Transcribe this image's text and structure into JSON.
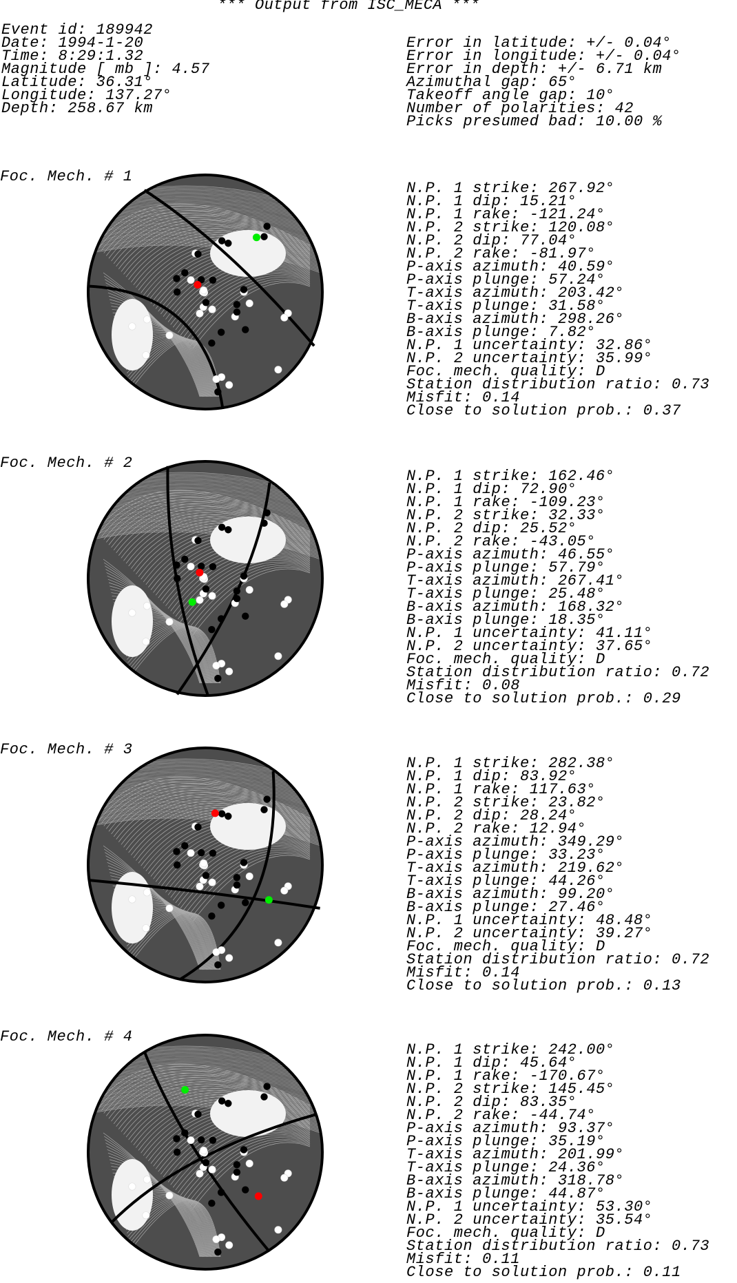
{
  "title": "*** Output from ISC_MECA ***",
  "event": {
    "lines": [
      "Event id: 189942",
      "Date: 1994-1-20",
      "Time: 8:29:1.32",
      "Magnitude [ mb ]: 4.57",
      "Latitude: 36.31°",
      "Longitude: 137.27°",
      "Depth: 258.67 km"
    ]
  },
  "errors": {
    "lines": [
      "Error in latitude: +/- 0.04°",
      "Error in longitude: +/- 0.04°",
      "Error in depth: +/- 6.71 km",
      "Azimuthal gap: 65°",
      "Takeoff angle gap: 10°",
      "Number of polarities: 42",
      "Picks presumed bad: 10.00 %"
    ]
  },
  "mechanisms": [
    {
      "label": "Foc. Mech. # 1",
      "lines": [
        "N.P. 1 strike: 267.92°",
        "N.P. 1 dip: 15.21°",
        "N.P. 1 rake: -121.24°",
        "N.P. 2 strike: 120.08°",
        "N.P. 2 dip: 77.04°",
        "N.P. 2 rake: -81.97°",
        "P-axis azimuth: 40.59°",
        "P-axis plunge: 57.24°",
        "T-axis azimuth: 203.42°",
        "T-axis plunge: 31.58°",
        "B-axis azimuth: 298.26°",
        "B-axis plunge: 7.82°",
        "N.P. 1 uncertainty: 32.86°",
        "N.P. 2 uncertainty: 35.99°",
        "Foc. mech. quality: D",
        "Station distribution ratio: 0.73",
        "Misfit: 0.14",
        "Close to solution prob.: 0.37"
      ],
      "red_marker": [
        0.87,
        0.09
      ],
      "green_marker": [
        -0.38,
        -0.64
      ],
      "nodal_curves": [
        "M 0.15 -1.0 Q 0.0 0.0 -1.0 0.05",
        "M -0.52 0.87 Q 0.2 0.4 0.93 -0.46"
      ]
    },
    {
      "label": "Foc. Mech. # 2",
      "lines": [
        "N.P. 1 strike: 162.46°",
        "N.P. 1 dip: 72.90°",
        "N.P. 1 rake: -109.23°",
        "N.P. 2 strike: 32.33°",
        "N.P. 2 dip: 25.52°",
        "N.P. 2 rake: -43.05°",
        "P-axis azimuth: 46.55°",
        "P-axis plunge: 57.79°",
        "T-axis azimuth: 267.41°",
        "T-axis plunge: 25.48°",
        "B-axis azimuth: 168.32°",
        "B-axis plunge: 18.35°",
        "N.P. 1 uncertainty: 41.11°",
        "N.P. 2 uncertainty: 37.65°",
        "Foc. mech. quality: D",
        "Station distribution ratio: 0.72",
        "Misfit: 0.08",
        "Close to solution prob.: 0.29"
      ],
      "red_marker": [
        0.88,
        0.07
      ],
      "green_marker": [
        -0.92,
        -0.23
      ],
      "nodal_curves": [
        "M -0.32 0.96 Q -0.34 0.0 0.02 -0.99",
        "M 0.55 0.82 Q 0.45 0.0 -0.24 -0.99"
      ]
    },
    {
      "label": "Foc. Mech. # 3",
      "lines": [
        "N.P. 1 strike: 282.38°",
        "N.P. 1 dip: 83.92°",
        "N.P. 1 rake: 117.63°",
        "N.P. 2 strike: 23.82°",
        "N.P. 2 dip: 28.24°",
        "N.P. 2 rake: 12.94°",
        "P-axis azimuth: 349.29°",
        "P-axis plunge: 33.23°",
        "T-axis azimuth: 219.62°",
        "T-axis plunge: 44.26°",
        "B-axis azimuth: 99.20°",
        "B-axis plunge: 27.46°",
        "N.P. 1 uncertainty: 48.48°",
        "N.P. 2 uncertainty: 39.27°",
        "Foc. mech. quality: D",
        "Station distribution ratio: 0.72",
        "Misfit: 0.14",
        "Close to solution prob.: 0.13"
      ],
      "red_marker": [
        0.53,
        -0.45
      ],
      "green_marker": [
        -0.17,
        -0.62
      ],
      "nodal_curves": [
        "M -0.99 -0.13 Q 0.0 -0.22 0.98 -0.37",
        "M 0.58 0.8 Q 0.66 -0.45 -0.22 -0.98"
      ]
    },
    {
      "label": "Foc. Mech. # 4",
      "lines": [
        "N.P. 1 strike: 242.00°",
        "N.P. 1 dip: 45.64°",
        "N.P. 1 rake: -170.67°",
        "N.P. 2 strike: 145.45°",
        "N.P. 2 dip: 83.35°",
        "N.P. 2 rake: -44.74°",
        "P-axis azimuth: 93.37°",
        "P-axis plunge: 35.19°",
        "T-axis azimuth: 201.99°",
        "T-axis plunge: 24.36°",
        "B-axis azimuth: 318.78°",
        "B-axis plunge: 44.87°",
        "N.P. 1 uncertainty: 53.30°",
        "N.P. 2 uncertainty: 35.54°",
        "Foc. mech. quality: D",
        "Station distribution ratio: 0.73",
        "Misfit: 0.11",
        "Close to solution prob.: 0.11"
      ],
      "red_marker": [
        0.36,
        0.59
      ],
      "green_marker": [
        -0.55,
        -0.56
      ],
      "nodal_curves": [
        "M -0.52 0.86 Q -0.2 0.05 0.54 -0.84",
        "M 0.94 0.32 Q -0.2 0.0 -0.8 -0.6"
      ]
    }
  ],
  "stations": {
    "compression_polarity": [
      [
        0.38,
        0.91
      ],
      [
        0.29,
        0.73
      ],
      [
        0.3,
        0.71
      ],
      [
        0.62,
        0.74
      ],
      [
        0.47,
        0.74
      ],
      [
        0.68,
        0.69
      ],
      [
        0.96,
        0.34
      ],
      [
        0.68,
        0.55
      ],
      [
        0.61,
        0.48
      ],
      [
        0.29,
        0.39
      ],
      [
        0.36,
        0.33
      ],
      [
        0.54,
        0.19
      ],
      [
        0.44,
        0.16
      ],
      [
        0.52,
        0.13
      ],
      [
        0.86,
        0.16
      ],
      [
        0.66,
        0.01
      ],
      [
        0.76,
        0.02
      ],
      [
        0.88,
        0.02
      ],
      [
        0.75,
        -0.33
      ],
      [
        0.96,
        -0.82
      ],
      [
        0.98,
        -0.75
      ]
    ],
    "dilatation_polarity": [
      [
        0.97,
        0.33
      ],
      [
        0.98,
        -0.86
      ],
      [
        0.87,
        -0.47
      ],
      [
        0.94,
        -0.37
      ],
      [
        0.98,
        -0.44
      ],
      [
        0.84,
        -0.32
      ],
      [
        0.81,
        -0.29
      ],
      [
        0.74,
        -0.33
      ],
      [
        0.57,
        -0.46
      ],
      [
        0.55,
        -0.46
      ],
      [
        0.62,
        -0.77
      ],
      [
        0.63,
        -0.69
      ],
      [
        0.59,
        -0.12
      ],
      [
        0.49,
        0.09
      ],
      [
        0.75,
        0.24
      ],
      [
        0.87,
        0.24
      ],
      [
        0.95,
        0.11
      ],
      [
        0.82,
        0.27
      ]
    ]
  },
  "legend": {
    "compression_color": "#ffffff",
    "dilatation_color": "#000000",
    "p_axis_color": "#ff0000",
    "t_axis_color": "#00ee00",
    "sphere_color": "#4d4d4d"
  }
}
